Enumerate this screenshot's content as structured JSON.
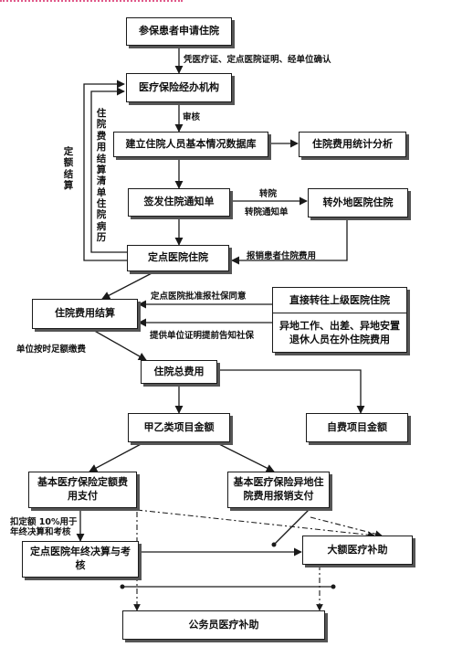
{
  "nodes": {
    "apply": "参保患者申请住院",
    "agency": "医疗保险经办机构",
    "database": "建立住院人员基本情况数据库",
    "stats": "住院费用统计分析",
    "notice": "签发住院通知单",
    "transfer": "转外地医院住院",
    "designated": "定点医院住院",
    "settle": "住院费用结算",
    "superior": "直接转往上级医院住院",
    "remote": "异地工作、出差、异地安置退休人员在外住院费用",
    "total": "住院总费用",
    "class_ab": "甲乙类项目金额",
    "selfpay": "自费项目金额",
    "basic_fixed": "基本医疗保险定额费用支付",
    "basic_remote": "基本医疗保险异地住院费用报销支付",
    "annual": "定点医院年终决算与考核",
    "major": "大额医疗补助",
    "civil": "公务员医疗补助"
  },
  "labels": {
    "credentials": "凭医疗证、定点医院证明、经单位确认",
    "review": "审核",
    "fixed_settle": "定额结算",
    "settle_list": "住院费用结算清单住院病历",
    "transfer_hosp": "转院",
    "transfer_notice": "转院通知单",
    "reimburse": "报销患者住院费用",
    "approve": "定点医院批准报社保同意",
    "prove": "提供单位证明提前告知社保",
    "pay": "单位按时足额缴费",
    "deduct_line1": "扣定额 10%用于",
    "deduct_line2": "年终决算和考核"
  }
}
